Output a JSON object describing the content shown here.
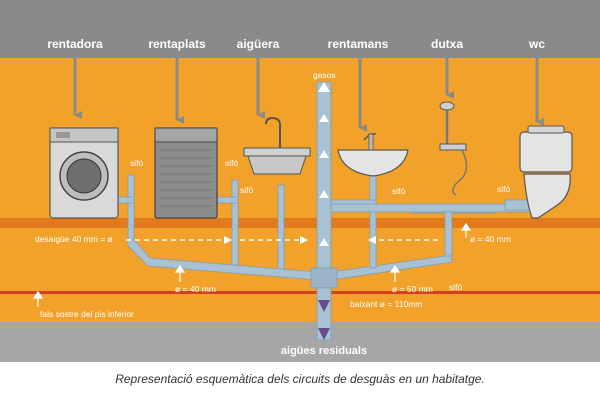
{
  "colors": {
    "background_top": "#8a8a8a",
    "wall": "#f2a22a",
    "floor_band": "#e07a1c",
    "red_line": "#d2421e",
    "bottom": "#a6a6a6",
    "pipe": "#a9c2d3",
    "pipe_dark": "#7f9db3",
    "gas_arrow": "#ffffff",
    "waste_arrow": "#6b4c8a"
  },
  "fixtures": {
    "washing_machine": "rentadora",
    "dishwasher": "rentaplats",
    "sink": "aigüera",
    "washbasin": "rentamans",
    "shower": "dutxa",
    "wc": "wc"
  },
  "labels": {
    "gases": "gasos",
    "trap": "sifó",
    "drain_40": "desaigüe 40 mm = ø",
    "diam_40_right": "ø = 40 mm",
    "diam_40_bottom": "ø = 40 mm",
    "diam_50": "ø = 50 mm",
    "stack_110": "baixant ø = 110mm",
    "false_ceiling": "fals sostre del pis inferior",
    "waste_water": "aigües residuals"
  },
  "caption": "Representació esquemàtica dels circuits de desguàs en un habitatge."
}
